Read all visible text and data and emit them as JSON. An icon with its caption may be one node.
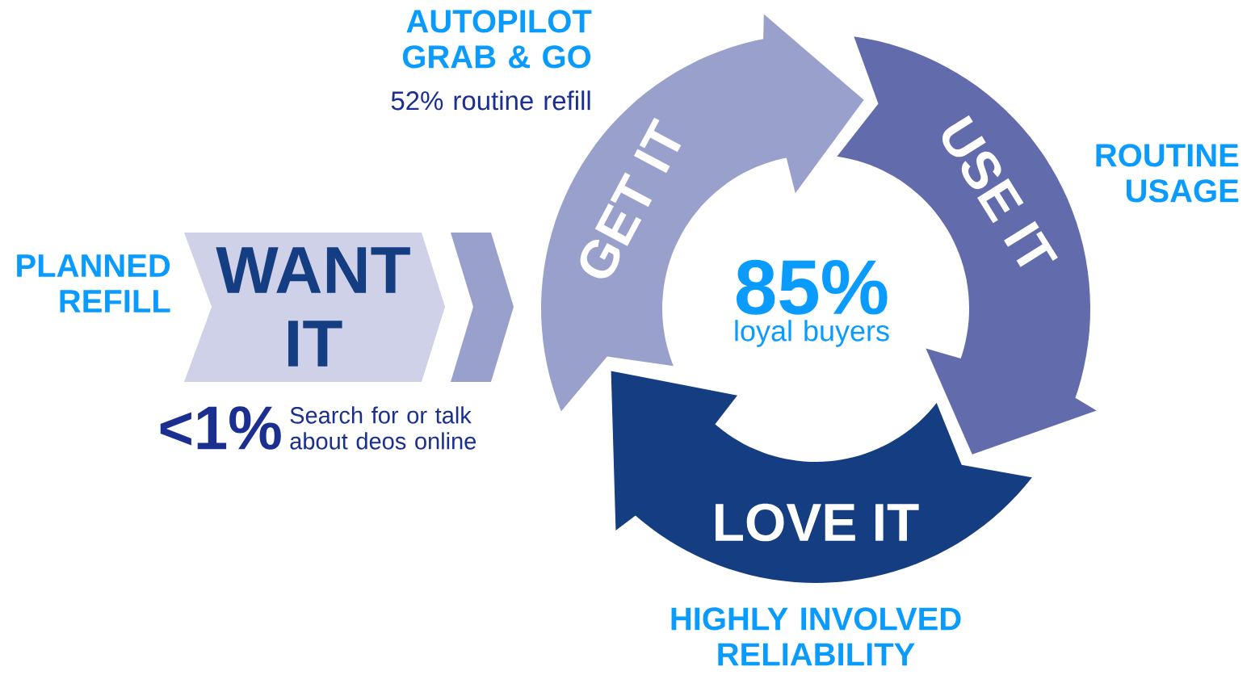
{
  "diagram": {
    "nodes": [
      {
        "text": [
          "WANT IT"
        ],
        "beside": [
          "PLANNED REFILL",
          "<1%",
          "Search for or talk about deos online"
        ]
      },
      {
        "text": [
          "GET IT"
        ],
        "beside": [
          "AUTOPILOT GRAB & GO",
          "52% routine refill"
        ]
      },
      {
        "text": [
          "USE IT"
        ],
        "beside": [
          "ROUTINE USAGE"
        ]
      },
      {
        "text": [
          "LOVE IT"
        ],
        "beside": [
          "HIGHLY INVOLVED RELIABILITY"
        ]
      }
    ],
    "edges": [
      {
        "from": 0,
        "to": 1,
        "arrow": "to"
      }
    ],
    "labels": [
      "85%",
      "loyal buyers"
    ]
  }
}
